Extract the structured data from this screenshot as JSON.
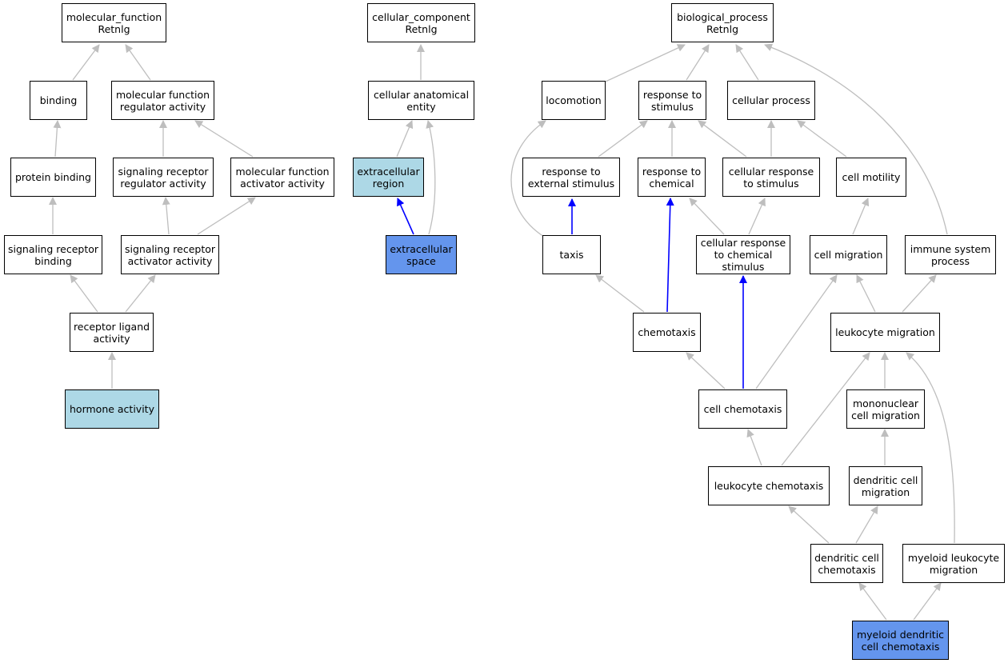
{
  "colors": {
    "node_fill": "#ffffff",
    "ancestor_fill": "#add8e6",
    "annotated_fill": "#6495ed",
    "edge_gray": "#bebebe",
    "edge_blue": "#0000ff"
  },
  "nodes": {
    "mf_root": "molecular_function\nRetnlg",
    "binding": "binding",
    "mf_reg": "molecular function\nregulator activity",
    "protein_binding": "protein binding",
    "sig_rec_reg": "signaling receptor\nregulator activity",
    "mf_act": "molecular function\nactivator activity",
    "sig_rec_binding": "signaling receptor\nbinding",
    "sig_rec_act": "signaling receptor\nactivator activity",
    "rec_ligand": "receptor ligand\nactivity",
    "hormone": "hormone activity",
    "cc_root": "cellular_component\nRetnlg",
    "cell_anat": "cellular anatomical\nentity",
    "extra_region": "extracellular\nregion",
    "extra_space": "extracellular\nspace",
    "bp_root": "biological_process\nRetnlg",
    "locomotion": "locomotion",
    "resp_stim": "response to\nstimulus",
    "cell_process": "cellular process",
    "resp_ext": "response to\nexternal stimulus",
    "resp_chem": "response to\nchemical",
    "cell_resp_stim": "cellular response\nto stimulus",
    "cell_motility": "cell motility",
    "taxis": "taxis",
    "cell_resp_chem": "cellular response\nto chemical\nstimulus",
    "cell_migration": "cell migration",
    "immune": "immune system\nprocess",
    "chemotaxis": "chemotaxis",
    "leuk_mig": "leukocyte migration",
    "cell_chemotaxis": "cell chemotaxis",
    "mono_mig": "mononuclear\ncell migration",
    "leuk_chemo": "leukocyte chemotaxis",
    "dc_mig": "dendritic cell\nmigration",
    "dc_chemo": "dendritic cell\nchemotaxis",
    "myeloid_leuk_mig": "myeloid leukocyte\nmigration",
    "myeloid_dc_chemo": "myeloid dendritic\ncell chemotaxis"
  }
}
